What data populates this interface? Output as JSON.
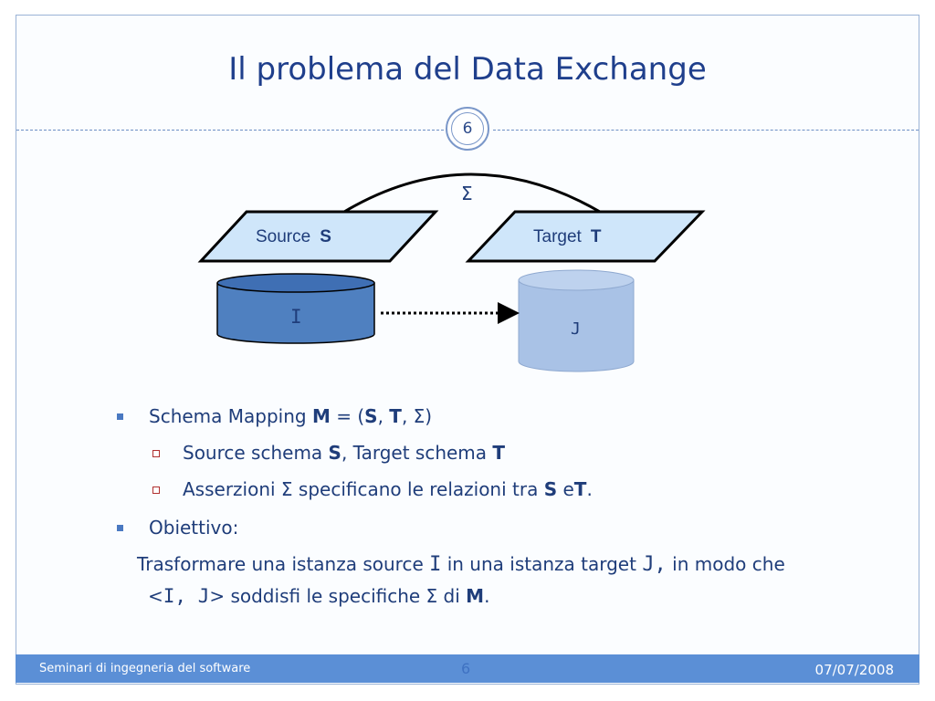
{
  "slide": {
    "title": "Il problema del Data Exchange",
    "number": "6"
  },
  "diagram": {
    "sigma": "Σ",
    "source": {
      "label": "Source",
      "symbol": "S"
    },
    "target": {
      "label": "Target",
      "symbol": "T"
    },
    "instance_i": "I",
    "instance_j": "J",
    "colors": {
      "schema_fill": "#cfe6fa",
      "cylinder_i": "#4f80c0",
      "cylinder_j": "#a9c2e6",
      "stroke": "#000000"
    }
  },
  "bullets": {
    "b1": {
      "text": "Schema Mapping ",
      "m": "M",
      "eq": " = (",
      "s": "S",
      "c1": ", ",
      "t": "T",
      "rest": ", Σ)"
    },
    "b1_1": {
      "text": "Source schema  ",
      "s": "S",
      "mid": ", Target schema ",
      "t": "T"
    },
    "b1_2": {
      "text": "Asserzioni Σ specificano le relazioni tra ",
      "s": "S",
      "e": " e",
      "t": "T",
      "dot": "."
    },
    "b2": {
      "text": "Obiettivo:"
    },
    "p1": {
      "a": "Trasformare una istanza source ",
      "i": "I",
      "b": " in una istanza target ",
      "j": "J,",
      "c": " in modo che"
    },
    "p2": {
      "a": "<",
      "ij": "I, J",
      "b": "> soddisfi le specifiche Σ di ",
      "m": "M",
      "dot": "."
    }
  },
  "footer": {
    "left": "Seminari di ingegneria del software",
    "center": "6",
    "right": "07/07/2008",
    "color": "#5b8fd6"
  }
}
